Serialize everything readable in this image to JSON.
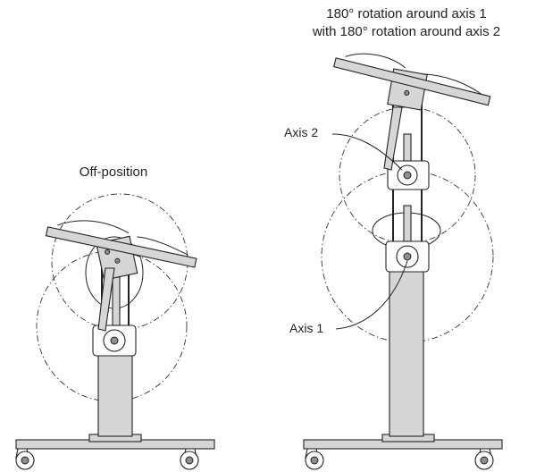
{
  "figure": {
    "left_caption": "Off-position",
    "right_caption_line1": "180° rotation around axis 1",
    "right_caption_line2": "with 180° rotation around axis 2",
    "axis2_label": "Axis 2",
    "axis1_label": "Axis 1"
  },
  "colors": {
    "ink": "#222222",
    "metal": "#d6d6d6",
    "shadow": "#8e8e8e",
    "background": "#ffffff"
  }
}
